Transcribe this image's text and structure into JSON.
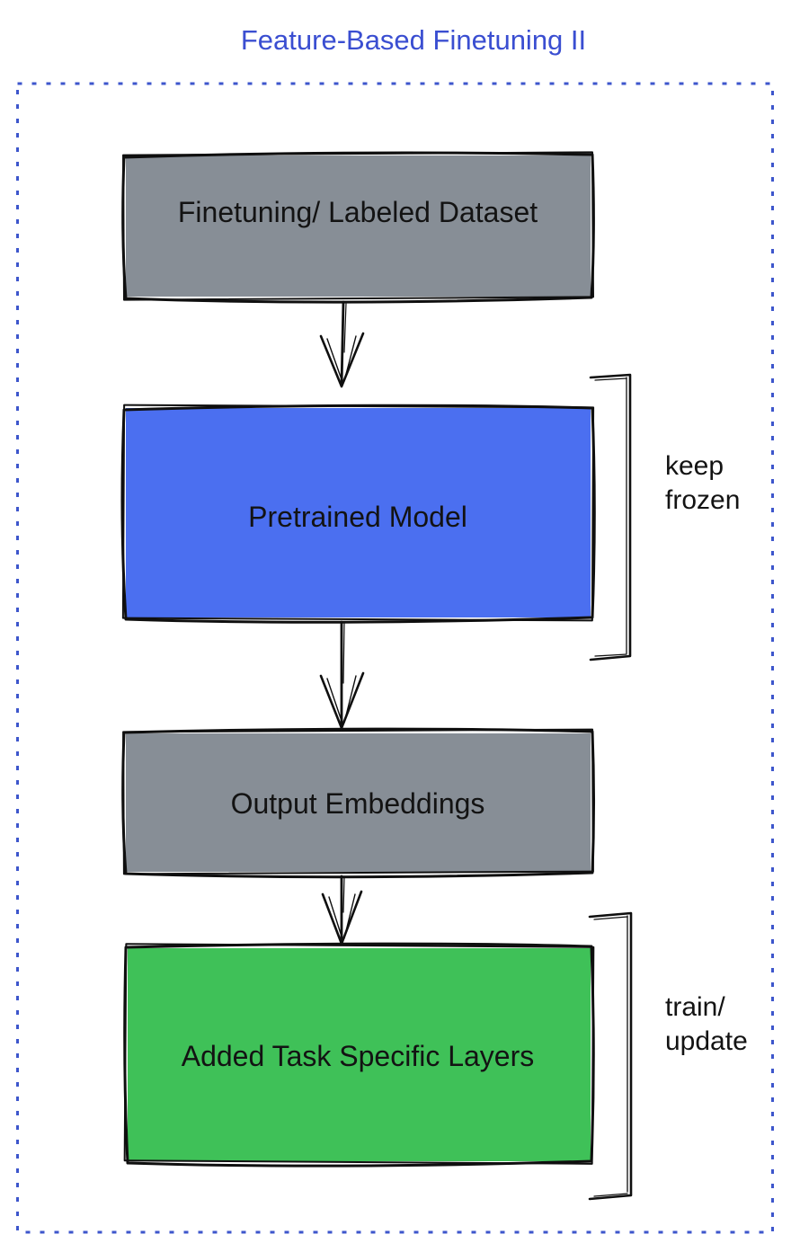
{
  "title": "Feature-Based Finetuning II",
  "colors": {
    "title": "#3A4ED1",
    "dotted_border": "#3D56CC",
    "node_gray": "#878E96",
    "node_blue": "#4B6FF0",
    "node_green": "#3FC158"
  },
  "diagram": {
    "nodes": [
      {
        "label": "Finetuning/ Labeled Dataset",
        "fill": "#878E96"
      },
      {
        "label": "Pretrained Model",
        "fill": "#4B6FF0"
      },
      {
        "label": "Output Embeddings",
        "fill": "#878E96"
      },
      {
        "label": "Added Task Specific Layers",
        "fill": "#3FC158"
      }
    ],
    "annotations": [
      {
        "applies_to": "Pretrained Model",
        "lines": [
          "keep",
          "frozen"
        ]
      },
      {
        "applies_to": "Added Task Specific Layers",
        "lines": [
          "train/",
          "update"
        ]
      }
    ]
  }
}
